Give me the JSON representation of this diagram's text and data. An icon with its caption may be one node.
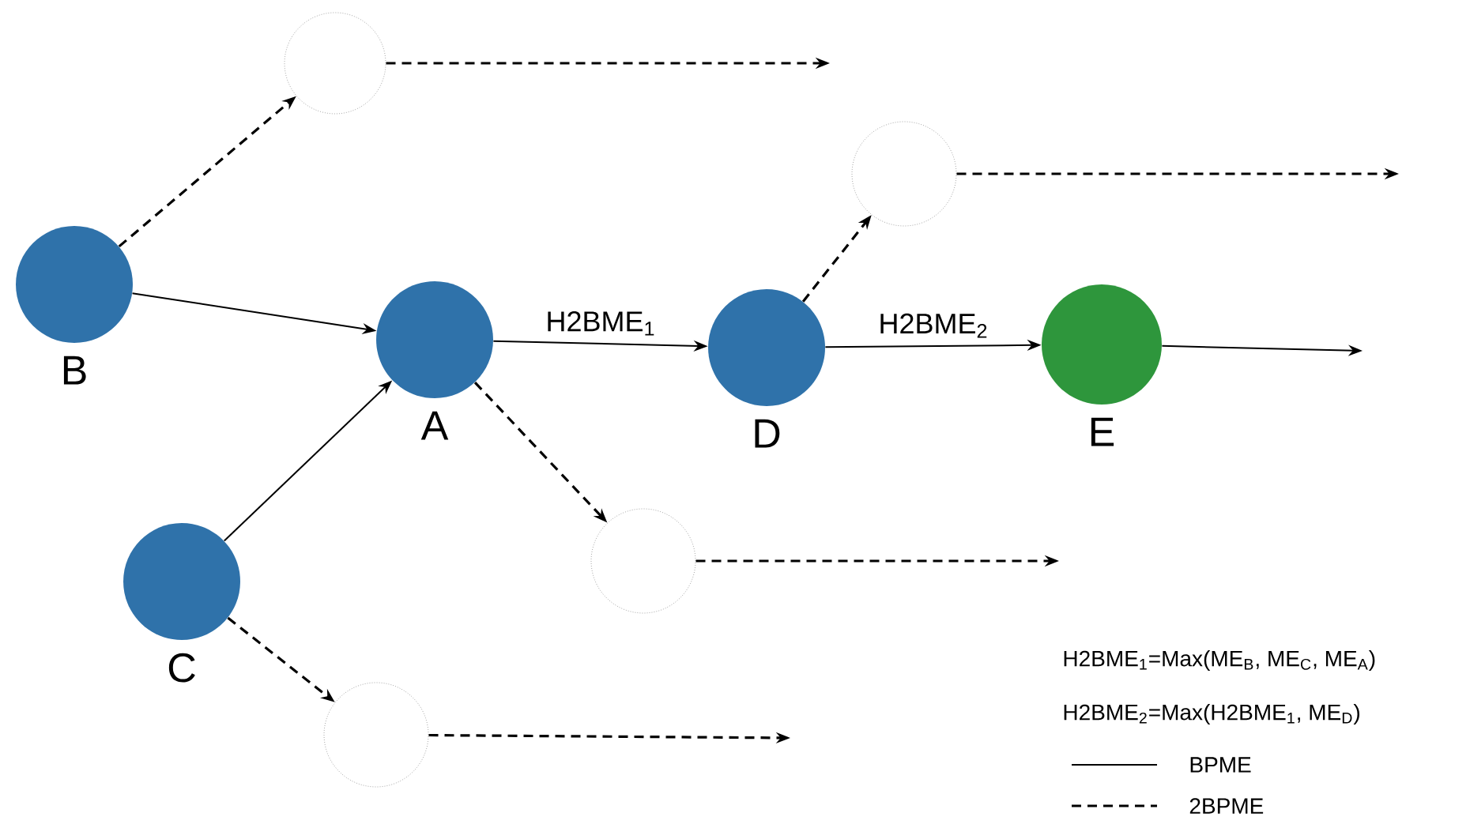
{
  "diagram": {
    "nodes": [
      {
        "text": [
          "B"
        ]
      },
      {
        "text": [
          "A"
        ]
      },
      {
        "text": [
          "C"
        ]
      },
      {
        "text": [
          "D"
        ]
      },
      {
        "text": [
          "E"
        ]
      },
      {
        "text": [],
        "shape": "circle"
      },
      {
        "text": [],
        "shape": "circle"
      },
      {
        "text": [],
        "shape": "circle"
      },
      {
        "text": [],
        "shape": "circle"
      }
    ],
    "edges": [
      {
        "from": 0,
        "to": 1,
        "arrow": "to"
      },
      {
        "from": 2,
        "to": 1,
        "arrow": "to"
      },
      {
        "from": 1,
        "to": 3,
        "arrow": "to",
        "label": "H2BME$_{1}$"
      },
      {
        "from": 3,
        "to": 4,
        "arrow": "to",
        "label": "H2BME$_{2}$"
      },
      {
        "from": 4,
        "to": null,
        "arrow": "to"
      },
      {
        "from": 0,
        "to": 5,
        "arrow": "to",
        "style": "dashed"
      },
      {
        "from": 3,
        "to": 6,
        "arrow": "to",
        "style": "dashed"
      },
      {
        "from": 1,
        "to": 7,
        "arrow": "to",
        "style": "dashed"
      },
      {
        "from": 2,
        "to": 8,
        "arrow": "to",
        "style": "dashed"
      },
      {
        "from": 5,
        "to": null,
        "arrow": "to",
        "style": "dashed"
      },
      {
        "from": 6,
        "to": null,
        "arrow": "to",
        "style": "dashed"
      },
      {
        "from": 7,
        "to": null,
        "arrow": "to",
        "style": "dashed"
      },
      {
        "from": 8,
        "to": null,
        "arrow": "to",
        "style": "dashed"
      }
    ],
    "labels": [
      "H2BME$_{1}$=Max(ME$_{B}$, ME$_{C}$, ME$_{A}$)",
      "H2BME$_{2}$=Max(H2BME$_{1}$, ME$_{D}$)"
    ],
    "legend": [
      {
        "text": "BPME"
      },
      {
        "text": "2BPME"
      }
    ]
  }
}
